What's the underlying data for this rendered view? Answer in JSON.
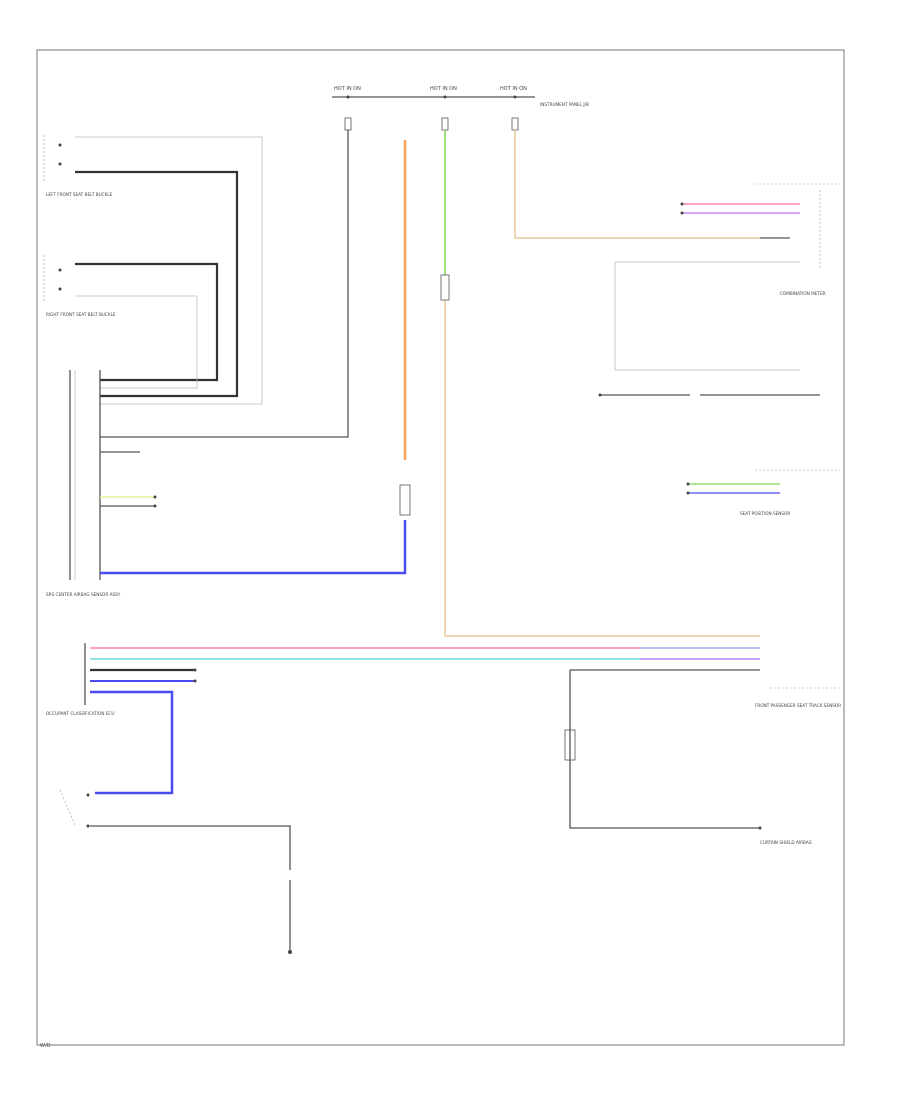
{
  "colors": {
    "orange": "#f7a35c",
    "green": "#7ed957",
    "tan": "#e8c99a",
    "blue": "#4a4cf0",
    "pink": "#ff6b8f",
    "cyan": "#55d6d6",
    "light_blue": "#8fb0ff",
    "purple": "#c070ff",
    "yellow_green": "#e6ef9a",
    "gray": "#555555"
  },
  "labels": {
    "fuse_box_left": "HOT IN ON",
    "fuse_box_mid": "HOT IN ON",
    "fuse_box_right": "HOT IN ON",
    "right_top_note": "INSTRUMENT PANEL J/B",
    "left_front_belt": "LEFT FRONT SEAT BELT BUCKLE",
    "right_front_belt": "RIGHT FRONT SEAT BELT BUCKLE",
    "airbag_module": "SRS CENTER AIRBAG SENSOR ASSY",
    "occupant_sensor": "OCCUPANT CLASSIFICATION ECU",
    "combination_meter": "COMBINATION METER",
    "seat_position": "SEAT POSITION SENSOR",
    "curtain_shield": "CURTAIN SHIELD AIRBAG",
    "seat_track": "FRONT PASSENGER SEAT TRACK SENSOR",
    "footer": "W/D"
  }
}
